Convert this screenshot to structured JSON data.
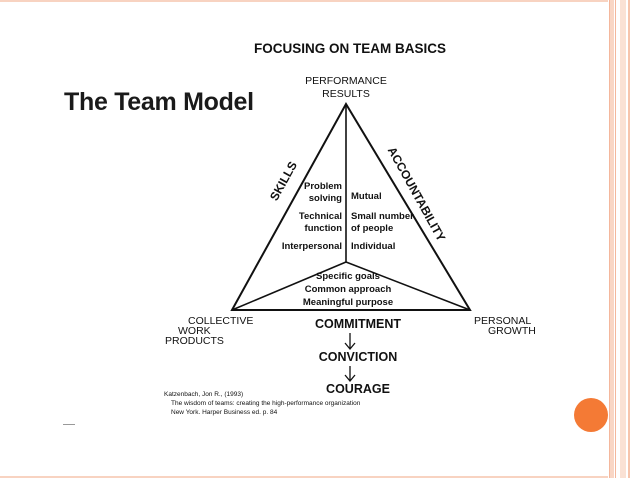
{
  "slide": {
    "title": "The Team Model"
  },
  "diagram": {
    "heading": "FOCUSING ON TEAM BASICS",
    "apex_label": [
      "PERFORMANCE",
      "RESULTS"
    ],
    "left_corner_label": [
      "COLLECTIVE",
      "WORK",
      "PRODUCTS"
    ],
    "right_corner_label": [
      "PERSONAL",
      "GROWTH"
    ],
    "left_side_label": "SKILLS",
    "right_side_label": "ACCOUNTABILITY",
    "skills_items": [
      [
        "Problem",
        "solving"
      ],
      [
        "Technical",
        "function"
      ],
      [
        "Interpersonal"
      ]
    ],
    "accountability_items": [
      [
        "Mutual"
      ],
      [
        "Small number",
        "of people"
      ],
      [
        "Individual"
      ]
    ],
    "base_items": [
      "Specific goals",
      "Common approach",
      "Meaningful purpose"
    ],
    "chain": [
      "COMMITMENT",
      "CONVICTION",
      "COURAGE"
    ],
    "citation": [
      "Katzenbach, Jon R., (1993)",
      "The wisdom of teams: creating the high-performance organization",
      "New York. Harper Business ed. p. 84"
    ]
  },
  "colors": {
    "accent_dot": "#f47a35",
    "border_stripe": "#f4b79c"
  }
}
